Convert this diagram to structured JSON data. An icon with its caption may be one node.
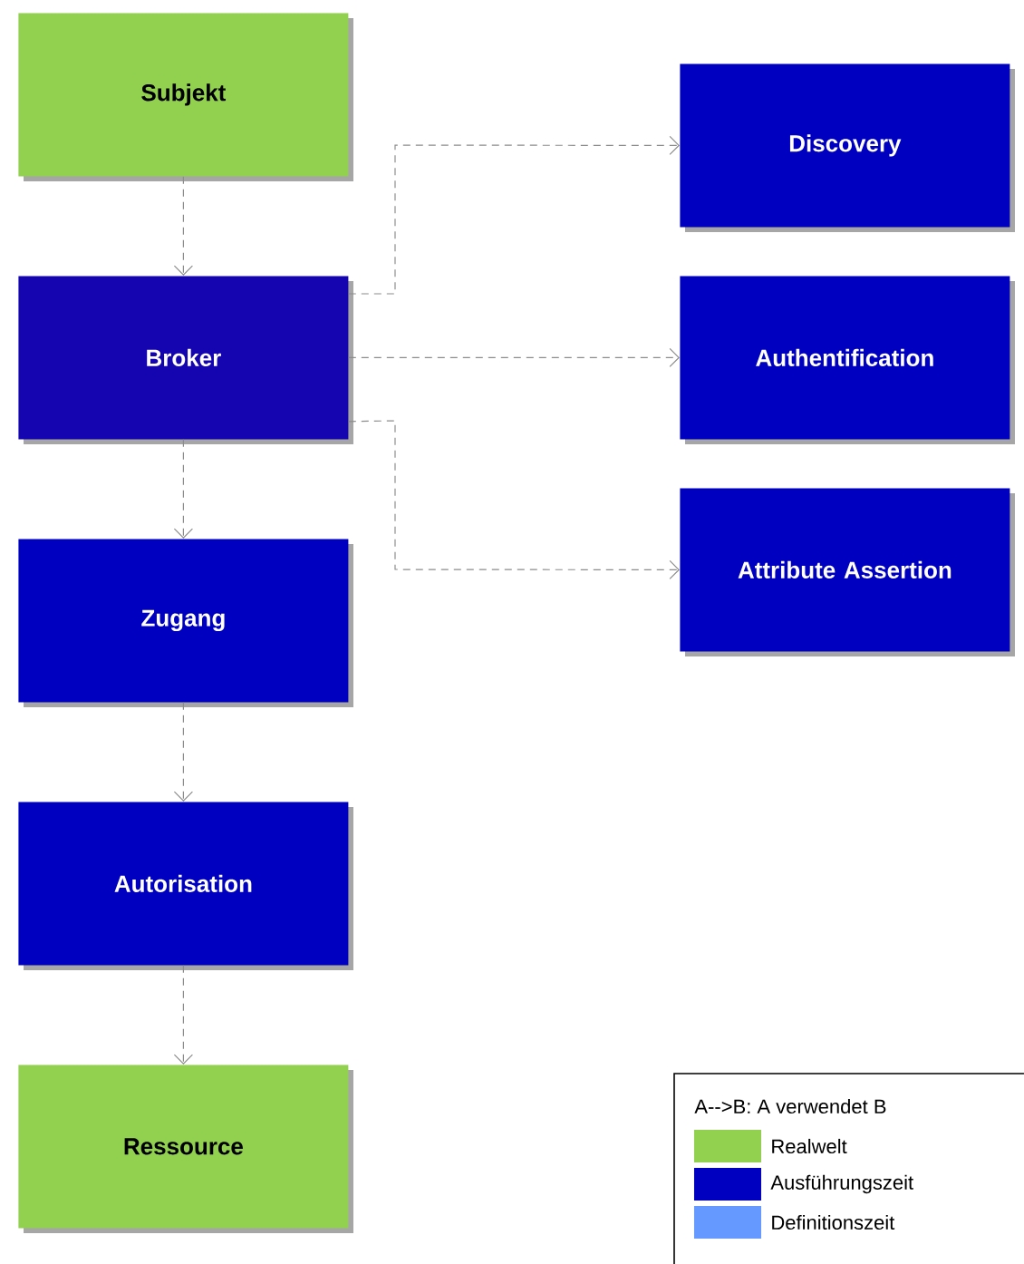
{
  "diagram": {
    "nodes": [
      {
        "text": [
          "Subjekt"
        ]
      },
      {
        "text": [
          "Broker"
        ]
      },
      {
        "text": [
          "Zugang"
        ]
      },
      {
        "text": [
          "Autorisation"
        ]
      },
      {
        "text": [
          "Ressource"
        ]
      },
      {
        "text": [
          "Discovery"
        ]
      },
      {
        "text": [
          "Authentification"
        ]
      },
      {
        "text": [
          "Attribute Assertion"
        ]
      }
    ],
    "edges": [
      {
        "from": 0,
        "to": 1,
        "arrow": "to",
        "style": "dashed"
      },
      {
        "from": 1,
        "to": 2,
        "arrow": "to",
        "style": "dashed"
      },
      {
        "from": 2,
        "to": 3,
        "arrow": "to",
        "style": "dashed"
      },
      {
        "from": 3,
        "to": 4,
        "arrow": "to",
        "style": "dashed"
      },
      {
        "from": 1,
        "to": 5,
        "arrow": "to",
        "style": "dashed"
      },
      {
        "from": 1,
        "to": 6,
        "arrow": "to",
        "style": "dashed"
      },
      {
        "from": 1,
        "to": 7,
        "arrow": "to",
        "style": "dashed"
      }
    ],
    "labels": [
      "A-->B: A verwendet B"
    ],
    "legend": [
      {
        "text": "Realwelt",
        "color": "#92d050"
      },
      {
        "text": "Ausführungszeit",
        "color": "#0000c0"
      },
      {
        "text": "Definitionszeit",
        "color": "#6699ff"
      }
    ]
  }
}
